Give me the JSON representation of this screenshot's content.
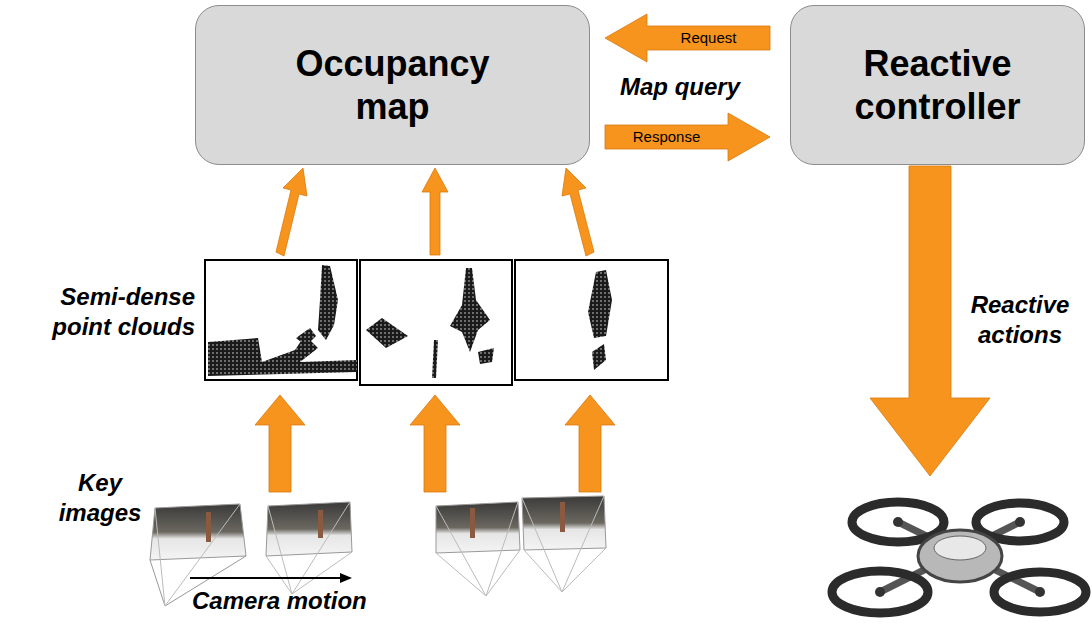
{
  "diagram": {
    "nodes": [
      {
        "text": [
          "Occupancy map"
        ]
      },
      {
        "text": [
          "Reactive controller"
        ]
      }
    ],
    "edges": [
      {
        "from": 1,
        "to": 0,
        "label": "Request",
        "arrow": "to"
      },
      {
        "from": 0,
        "to": 1,
        "label": "Response",
        "arrow": "to"
      }
    ],
    "labels": [
      "Map query",
      "Semi-dense point clouds",
      "Key images",
      "Camera motion",
      "Reactive actions"
    ]
  }
}
